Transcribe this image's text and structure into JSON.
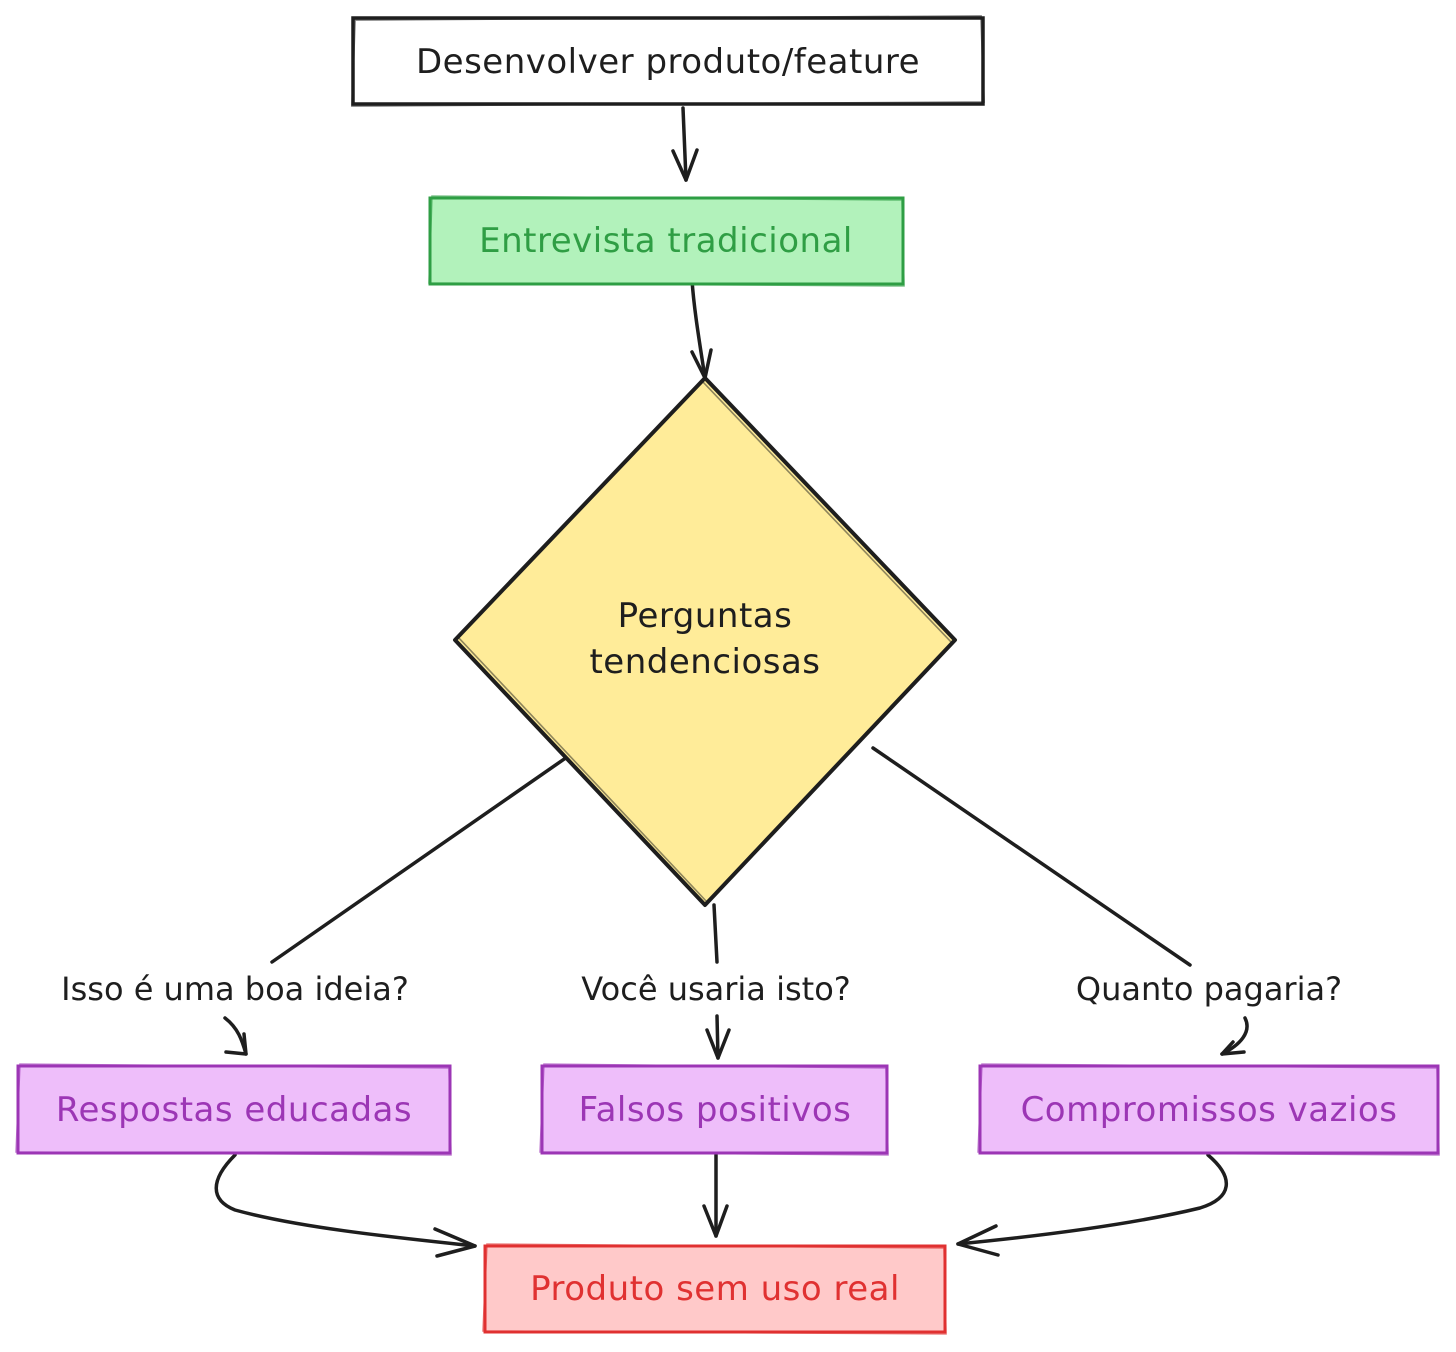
{
  "diagram": {
    "nodes": {
      "develop": {
        "label": "Desenvolver produto/feature",
        "fill": "#ffffff",
        "stroke": "#1e1e1e",
        "text_color": "#1e1e1e"
      },
      "interview": {
        "label": "Entrevista tradicional",
        "fill": "#b2f2bb",
        "stroke": "#2f9e44",
        "text_color": "#2f9e44"
      },
      "questions": {
        "label_line1": "Perguntas",
        "label_line2": "tendenciosas",
        "fill": "#ffec99",
        "stroke": "#1e1e1e",
        "text_color": "#1e1e1e"
      },
      "polite": {
        "label": "Respostas educadas",
        "fill": "#eebefa",
        "stroke": "#9c36b5",
        "text_color": "#9c36b5"
      },
      "false_positives": {
        "label": "Falsos positivos",
        "fill": "#eebefa",
        "stroke": "#9c36b5",
        "text_color": "#9c36b5"
      },
      "empty_commitments": {
        "label": "Compromissos vazios",
        "fill": "#eebefa",
        "stroke": "#9c36b5",
        "text_color": "#9c36b5"
      },
      "no_use": {
        "label": "Produto sem uso real",
        "fill": "#ffc9c9",
        "stroke": "#e03131",
        "text_color": "#e03131"
      }
    },
    "edge_labels": {
      "good_idea": "Isso é uma boa ideia?",
      "would_use": "Você usaria isto?",
      "how_much": "Quanto pagaria?"
    }
  }
}
